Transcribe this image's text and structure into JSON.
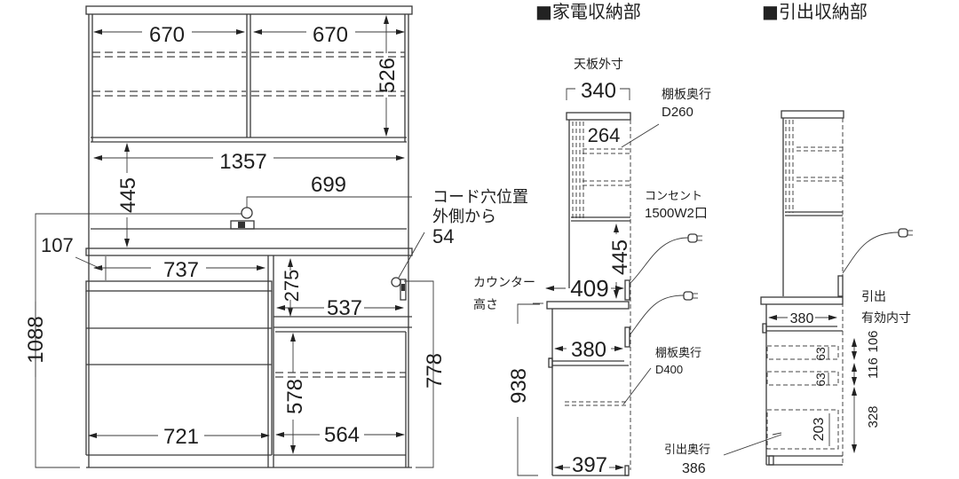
{
  "sections": {
    "appliance_storage": {
      "title": "■家電収納部"
    },
    "drawer_storage": {
      "title": "■引出収納部"
    }
  },
  "front_view": {
    "upper_compartment_width_left": "670",
    "upper_compartment_width_right": "670",
    "upper_height": "526",
    "inner_width": "1357",
    "middle_height": "445",
    "outlet_offset": "699",
    "cord_hole_label_line1": "コード穴位置",
    "cord_hole_label_line2": "外側から",
    "cord_hole_value": "54",
    "counter_height_small": "107",
    "drawer_top_width": "737",
    "niche_height": "275",
    "niche_width": "537",
    "total_height": "1088",
    "lower_height_right": "778",
    "drawer_width": "721",
    "open_shelf_height": "578",
    "open_shelf_width": "564"
  },
  "appliance_side_view": {
    "top_board_label": "天板外寸",
    "top_board_value": "340",
    "shelf_depth_label": "棚板奥行",
    "shelf_depth_value": "D260",
    "inner_depth_top": "264",
    "outlet_label": "コンセント",
    "outlet_spec": "1500W2口",
    "counter_label_line1": "カウンター",
    "counter_label_line2": "高さ",
    "niche_height": "445",
    "niche_depth": "409",
    "lower_inner_depth": "380",
    "lower_shelf_label": "棚板奥行",
    "lower_shelf_value": "D400",
    "counter_height": "938",
    "bottom_depth": "397",
    "drawer_depth_label": "引出奥行",
    "drawer_depth_value": "386"
  },
  "drawer_side_view": {
    "inner_width": "380",
    "effective_label_line1": "引出",
    "effective_label_line2": "有効内寸",
    "drawer1_outer": "106",
    "drawer1_inner": "63",
    "drawer2_outer": "116",
    "drawer2_inner": "63",
    "drawer3_outer": "328",
    "drawer3_inner": "203"
  },
  "colors": {
    "line": "#3a3a3a",
    "text": "#1e1e1e",
    "background": "#ffffff"
  }
}
